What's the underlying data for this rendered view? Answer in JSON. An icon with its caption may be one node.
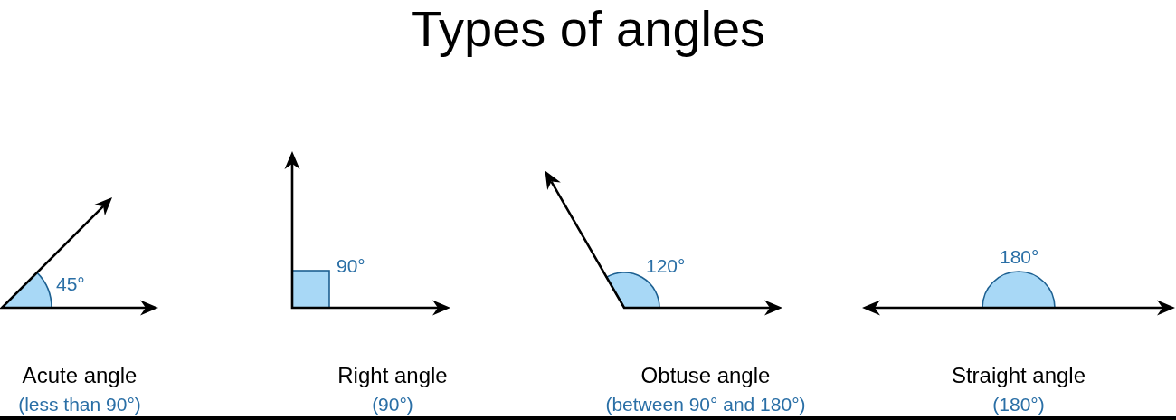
{
  "diagram": {
    "title": "Types of angles",
    "labels": [
      "45°",
      "Acute angle",
      "(less than 90°)",
      "90°",
      "Right angle",
      "(90°)",
      "120°",
      "Obtuse angle",
      "(between 90° and 180°)",
      "180°",
      "Straight angle",
      "(180°)"
    ]
  }
}
